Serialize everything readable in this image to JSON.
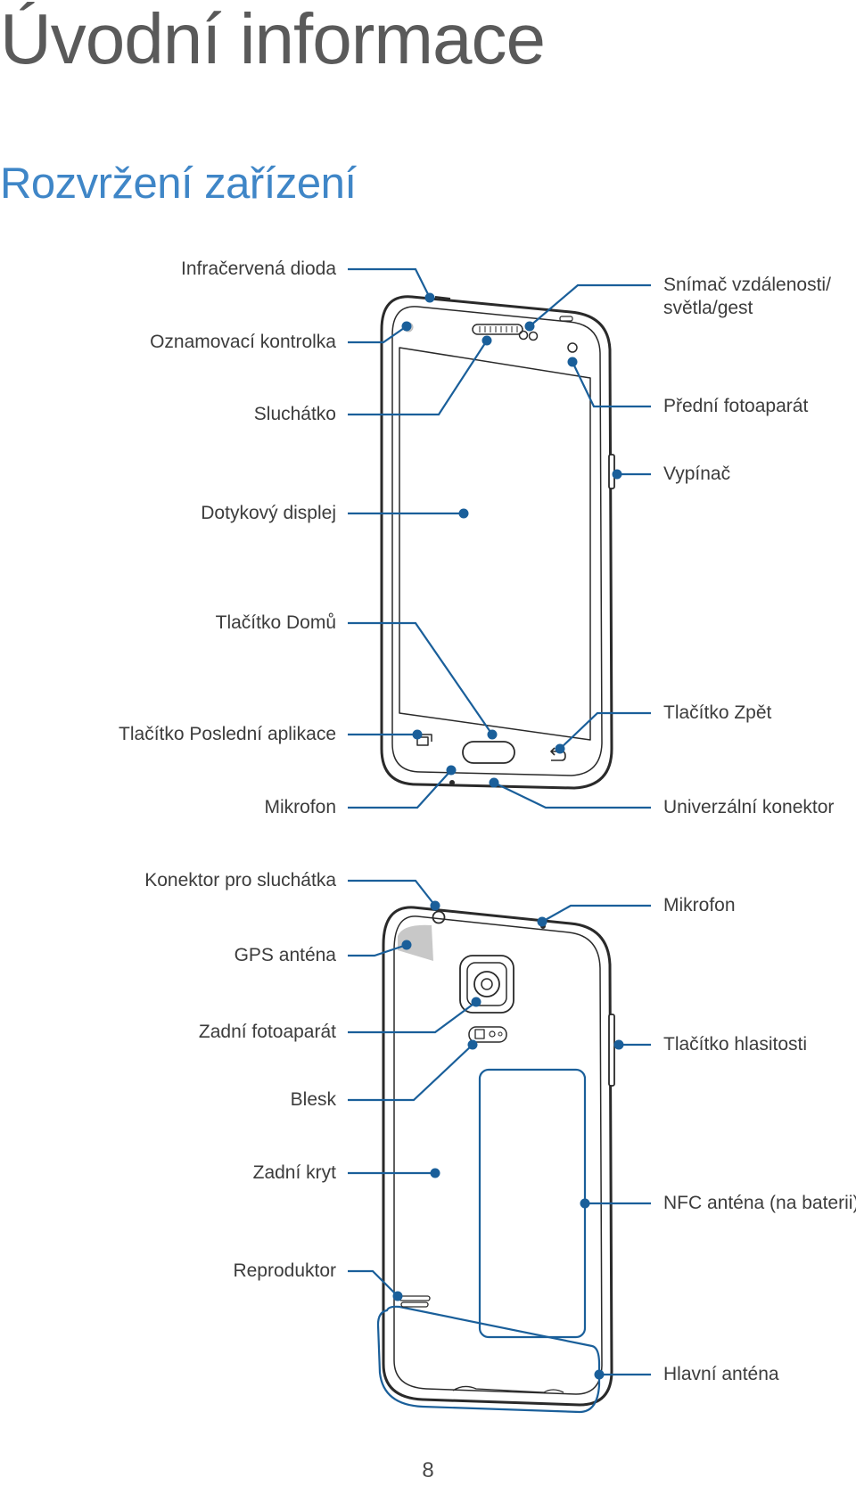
{
  "header": {
    "page_title": "Úvodní informace",
    "section_title": "Rozvržení zařízení"
  },
  "front_labels": {
    "infrared": "Infračervená dioda",
    "notification": "Oznamovací kontrolka",
    "earpiece": "Sluchátko",
    "touchscreen": "Dotykový displej",
    "home": "Tlačítko Domů",
    "recent": "Tlačítko Poslední aplikace",
    "mic_bottom": "Mikrofon",
    "proximity_line1": "Snímač vzdálenosti/",
    "proximity_line2": "světla/gest",
    "front_camera": "Přední fotoaparát",
    "power": "Vypínač",
    "back_key": "Tlačítko Zpět",
    "usb": "Univerzální konektor"
  },
  "back_labels": {
    "headset": "Konektor pro sluchátka",
    "gps": "GPS anténa",
    "rear_camera": "Zadní fotoaparát",
    "flash": "Blesk",
    "back_cover": "Zadní kryt",
    "speaker": "Reproduktor",
    "mic_top": "Mikrofon",
    "volume": "Tlačítko hlasitosti",
    "nfc": "NFC anténa (na baterii)",
    "main_antenna": "Hlavní anténa"
  },
  "footer": {
    "page_number": "8"
  },
  "colors": {
    "callout": "#1a5f9a",
    "title": "#5a5a5a",
    "section": "#3f86c7",
    "outline": "#2a2a2a"
  }
}
